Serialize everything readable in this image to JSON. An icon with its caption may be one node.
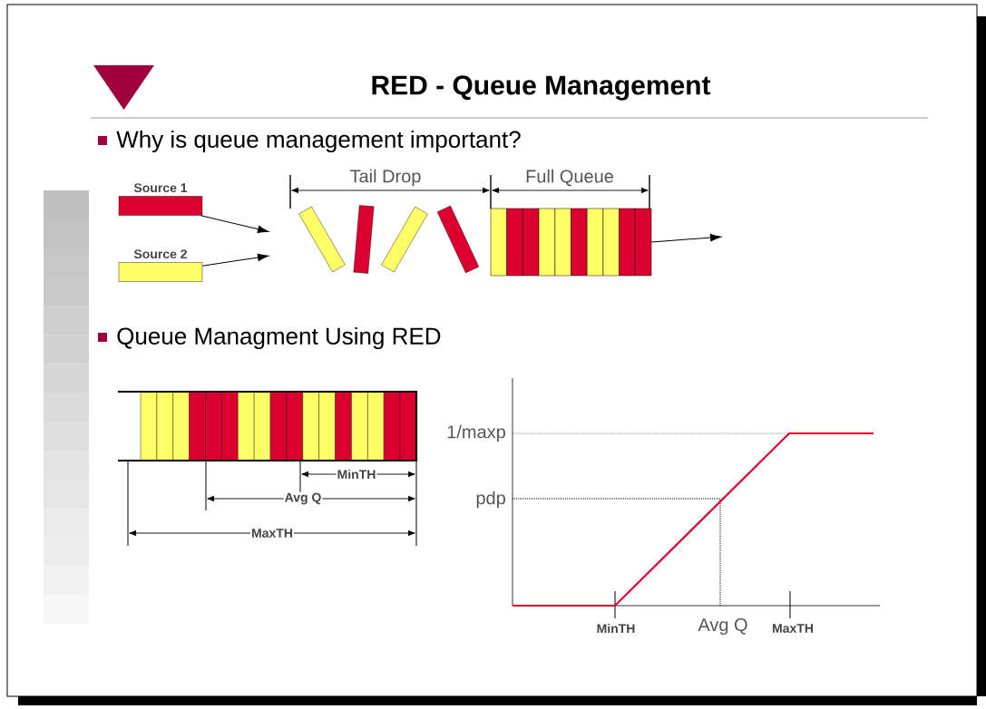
{
  "diagram": {
    "title": "RED - Queue Management",
    "nodes": [
      {
        "text": [
          "Source 1"
        ]
      },
      {
        "text": [
          "Source 2"
        ]
      },
      {
        "text": [],
        "shape": "box"
      }
    ],
    "edges": [
      {
        "from": 0,
        "to": null,
        "arrow": "to"
      },
      {
        "from": 1,
        "to": null,
        "arrow": "to"
      },
      {
        "from": 2,
        "to": null,
        "arrow": "to"
      }
    ],
    "labels": [
      "Why is queue management important?",
      "Tail Drop",
      "Full Queue",
      "Queue Managment Using RED",
      "MinTH",
      "Avg Q",
      "MaxTH",
      "1/maxp",
      "pdp",
      "MinTH",
      "Avg Q",
      "MaxTH"
    ]
  }
}
